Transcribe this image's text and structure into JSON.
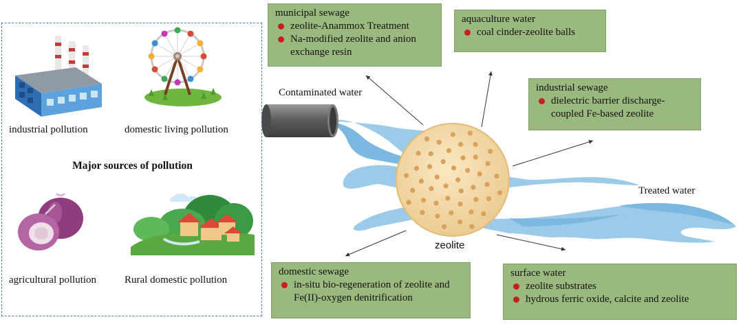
{
  "left_panel": {
    "title": "Major sources of pollution",
    "sources": [
      {
        "label": "industrial pollution",
        "icon": "factory-icon"
      },
      {
        "label": "domestic living pollution",
        "icon": "ferris-wheel-icon"
      },
      {
        "label": "agricultural pollution",
        "icon": "onion-icon"
      },
      {
        "label": "Rural domestic pollution",
        "icon": "village-icon"
      }
    ]
  },
  "flow": {
    "contaminated_label": "Contaminated water",
    "treated_label": "Treated water",
    "zeolite_label": "zeolite"
  },
  "applications": {
    "municipal": {
      "title": "municipal sewage",
      "items": [
        "zeolite-Anammox Treatment",
        "Na-modified zeolite and anion exchange resin"
      ]
    },
    "aquaculture": {
      "title": "aquaculture water",
      "items": [
        "coal cinder-zeolite balls"
      ]
    },
    "industrial": {
      "title": "industrial sewage",
      "items": [
        "dielectric barrier discharge-coupled Fe-based zeolite"
      ]
    },
    "domestic": {
      "title": "domestic sewage",
      "items": [
        "in-situ bio-regeneration of zeolite and Fe(II)-oxygen denitrification"
      ]
    },
    "surface": {
      "title": "surface water",
      "items": [
        "zeolite substrates",
        "hydrous ferric oxide, calcite and zeolite"
      ]
    }
  },
  "colors": {
    "box_fill": "#9ab97e",
    "bullet": "#c81e1e",
    "water": "#8ec3e6",
    "zeolite": "#f2d9a8",
    "zeolite_dots": "#d9a15c",
    "panel_border": "#4a78c8"
  }
}
